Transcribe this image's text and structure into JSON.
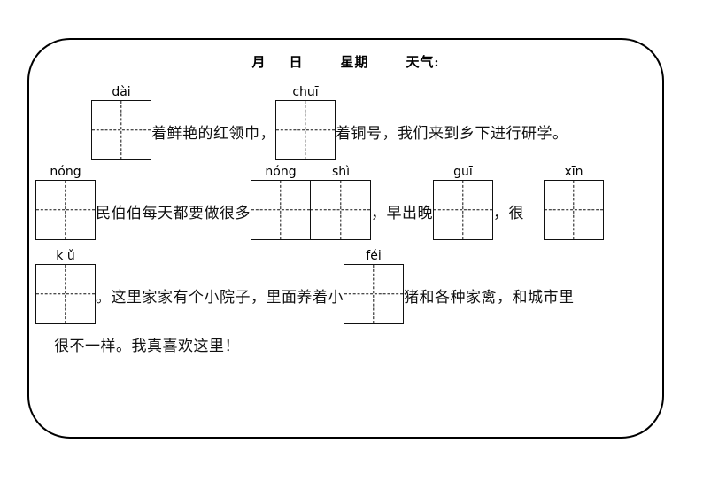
{
  "page": {
    "background_color": "#ffffff",
    "frame_border_color": "#000000",
    "text_color": "#111111"
  },
  "header": {
    "month_label": "月",
    "day_label": "日",
    "weekday_label": "星期",
    "weather_label": "天气:"
  },
  "worksheet": {
    "lines": [
      {
        "id": "line-1",
        "segments": [
          {
            "type": "box",
            "pinyin": "dài"
          },
          {
            "type": "text",
            "text": "着鲜艳的红领巾，"
          },
          {
            "type": "box",
            "pinyin": "chuī"
          },
          {
            "type": "text",
            "text": "着铜号，我们来到乡下进行研学。"
          }
        ]
      },
      {
        "id": "line-2",
        "segments": [
          {
            "type": "box",
            "pinyin": "nóng"
          },
          {
            "type": "text",
            "text": "民伯伯每天都要做很多"
          },
          {
            "type": "box",
            "pinyin": "nóng"
          },
          {
            "type": "box",
            "pinyin": "shì"
          },
          {
            "type": "text",
            "text": "，早出晚"
          },
          {
            "type": "box",
            "pinyin": "guī"
          },
          {
            "type": "text",
            "text": "，很"
          },
          {
            "type": "box",
            "pinyin": "xīn"
          }
        ]
      },
      {
        "id": "line-3",
        "segments": [
          {
            "type": "box",
            "pinyin": "k ǔ"
          },
          {
            "type": "text",
            "text": "。这里家家有个小院子，里面养着小"
          },
          {
            "type": "box",
            "pinyin": "féi"
          },
          {
            "type": "text",
            "text": "猪和各种家禽，和城市里"
          }
        ]
      },
      {
        "id": "line-4",
        "segments": [
          {
            "type": "text",
            "text": "很不一样。我真喜欢这里！"
          }
        ]
      }
    ]
  }
}
